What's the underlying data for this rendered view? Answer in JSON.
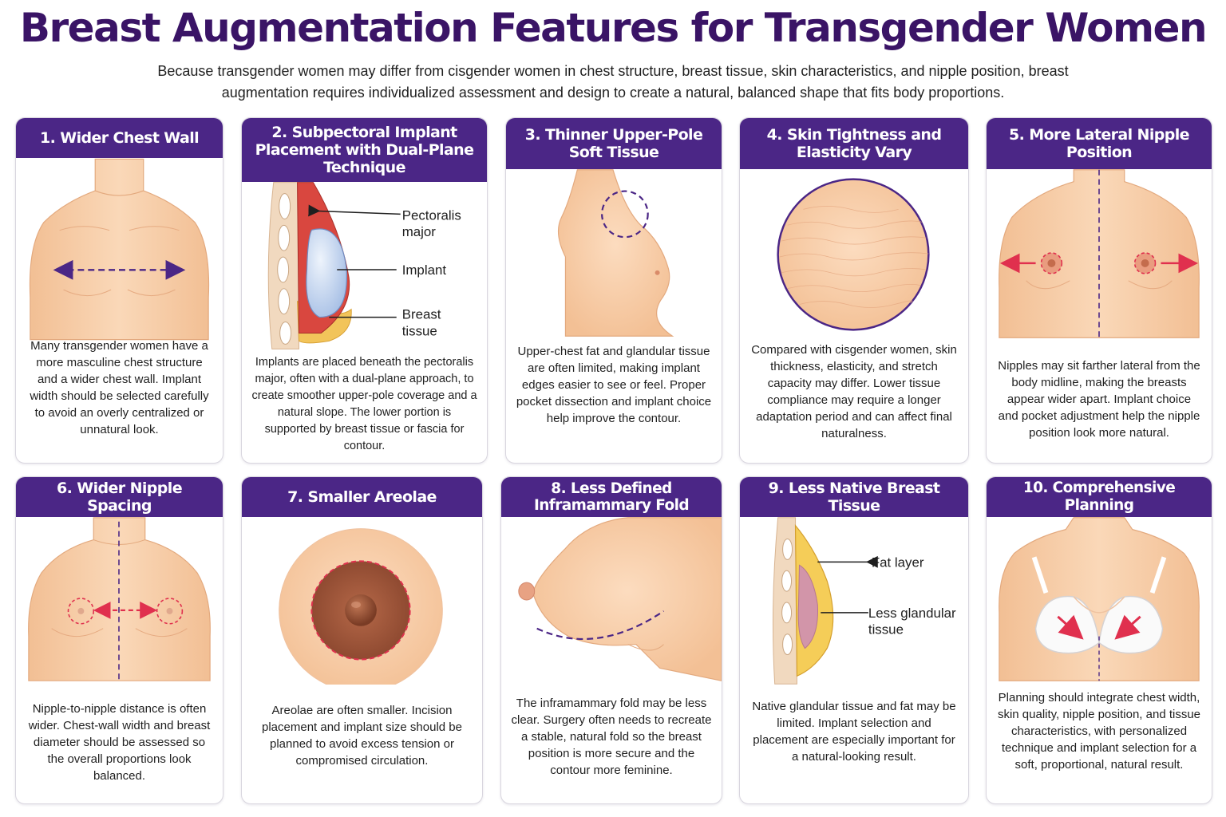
{
  "title": "Breast Augmentation Features for Transgender Women",
  "subtitle": "Because transgender women may differ from cisgender women in chest structure, breast tissue, skin characteristics, and nipple position, breast augmentation requires individualized assessment and design to create a natural, balanced shape that fits body proportions.",
  "colors": {
    "header": "#4b2686",
    "title": "#3a1466",
    "skin": "#f6caa2",
    "accent_dashed": "#4b2686",
    "arrow": "#e0304e"
  },
  "cards": [
    {
      "heading": "1. Wider Chest Wall",
      "description": "Many transgender women have a more masculine chest structure and a wider chest wall. Implant width should be selected carefully to avoid an overly centralized or unnatural look."
    },
    {
      "heading": "2. Subpectoral Implant Placement with Dual-Plane Technique",
      "description": "Implants are placed beneath the pectoralis major, often with a dual-plane approach, to create smoother upper-pole coverage and a natural slope. The lower portion is supported by breast tissue or fascia for contour.",
      "labels": {
        "pectoralis_line1": "Pectoralis",
        "pectoralis_line2": "major",
        "implant": "Implant",
        "breast_line1": "Breast",
        "breast_line2": "tissue"
      }
    },
    {
      "heading": "3. Thinner Upper-Pole Soft Tissue",
      "description": "Upper-chest fat and glandular tissue are often limited, making implant edges easier to see or feel. Proper pocket dissection and implant choice help improve the contour."
    },
    {
      "heading": "4. Skin Tightness and Elasticity Vary",
      "description": "Compared with cisgender women, skin thickness, elasticity, and stretch capacity may differ. Lower tissue compliance may require a longer adaptation period and can affect final naturalness."
    },
    {
      "heading": "5. More Lateral Nipple Position",
      "description": "Nipples may sit farther lateral from the body midline, making the breasts appear wider apart. Implant choice and pocket adjustment help the nipple position look more natural."
    },
    {
      "heading": "6. Wider Nipple Spacing",
      "description": "Nipple-to-nipple distance is often wider. Chest-wall width and breast diameter should be assessed so the overall proportions look balanced."
    },
    {
      "heading": "7. Smaller Areolae",
      "description": "Areolae are often smaller. Incision placement and implant size should be planned to avoid excess tension or compromised circulation."
    },
    {
      "heading": "8. Less Defined Inframammary Fold",
      "description": "The inframammary fold may be less clear. Surgery often needs to recreate a stable, natural fold so the breast position is more secure and the contour more feminine."
    },
    {
      "heading": "9. Less Native Breast Tissue",
      "description": "Native glandular tissue and fat may be limited. Implant selection and placement are especially important for a natural-looking result.",
      "labels": {
        "fat_layer": "Fat layer",
        "glandular_line1": "Less glandular",
        "glandular_line2": "tissue"
      }
    },
    {
      "heading": "10. Comprehensive Planning",
      "description": "Planning should integrate chest width, skin quality, nipple position, and tissue characteristics, with personalized technique and implant selection for a soft, proportional, natural result."
    }
  ]
}
